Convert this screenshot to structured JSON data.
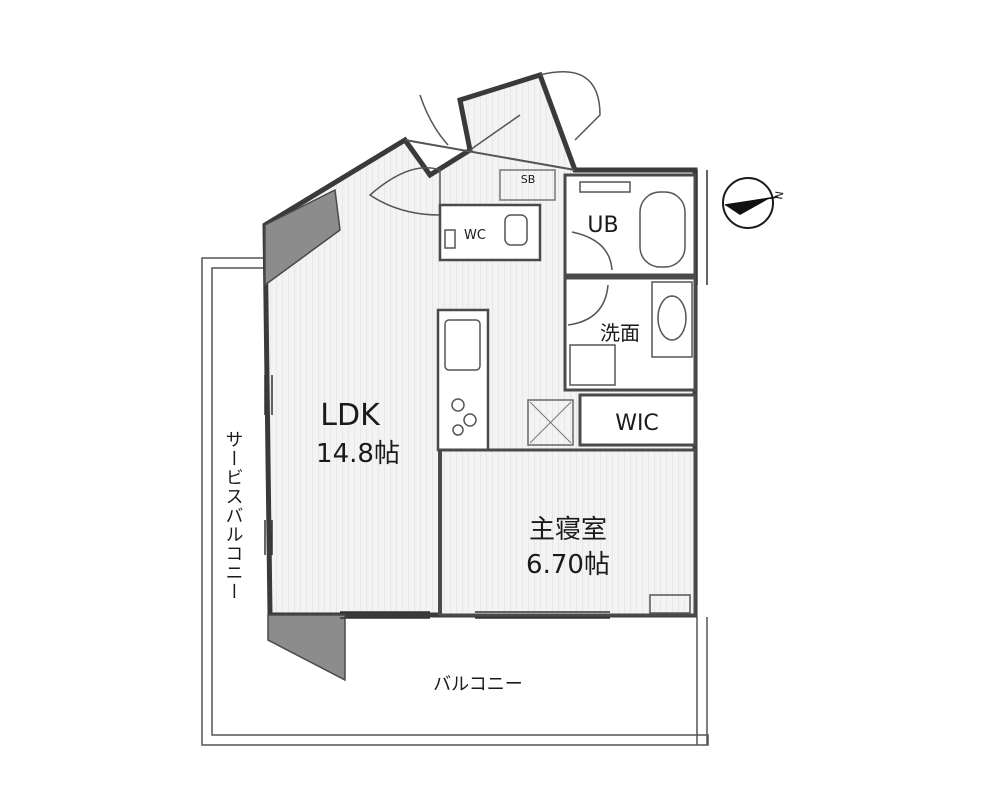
{
  "rooms": {
    "ldk": {
      "name": "LDK",
      "area": "14.8帖"
    },
    "bedroom": {
      "name": "主寝室",
      "area": "6.70帖"
    },
    "ub": {
      "name": "UB"
    },
    "washroom": {
      "name": "洗面"
    },
    "wic": {
      "name": "WIC"
    },
    "wc": {
      "name": "WC"
    },
    "sb": {
      "name": "SB"
    },
    "balcony": {
      "name": "バルコニー"
    },
    "service_balcony": {
      "name": "サービスバルコニー"
    }
  },
  "compass": {
    "label": "N"
  },
  "colors": {
    "wall": "#4a4a4a",
    "floor": "#eeeeee",
    "hatch": "#8c8c8c"
  }
}
